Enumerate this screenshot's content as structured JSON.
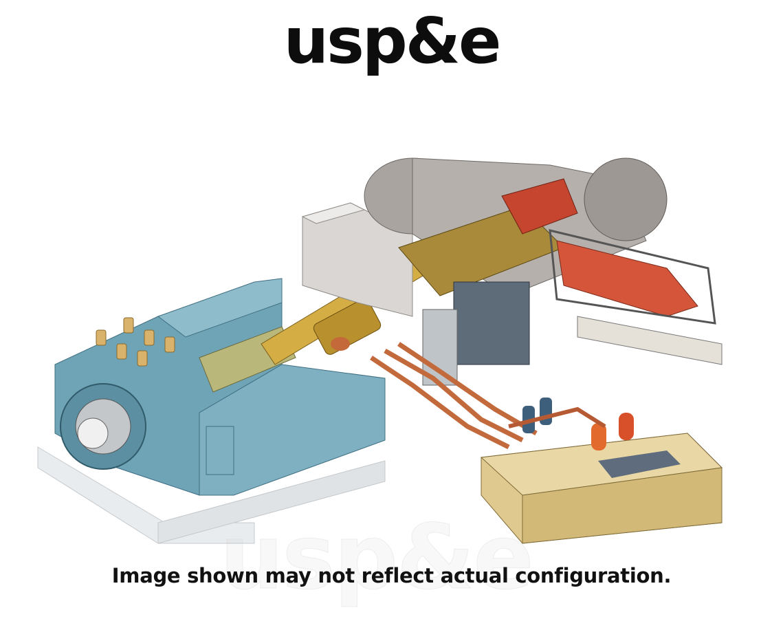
{
  "brand": {
    "logo_text": "usp&e",
    "color": "#0d0d0d"
  },
  "product_image": {
    "subject": "gas-turbine-generator-package-cutaway",
    "components": [
      {
        "name": "generator",
        "color": "#6fa3b6"
      },
      {
        "name": "gearbox-and-shaft",
        "color": "#c9a23c"
      },
      {
        "name": "air-inlet-plenum",
        "color": "#d8d4d0"
      },
      {
        "name": "turbine-engine",
        "color": "#9a9590"
      },
      {
        "name": "combustor",
        "color": "#d4553a"
      },
      {
        "name": "lube-oil-skid",
        "color": "#e0c98e"
      }
    ]
  },
  "watermark": {
    "text": "usp&e"
  },
  "caption": {
    "text": "Image shown may not reflect actual configuration."
  }
}
